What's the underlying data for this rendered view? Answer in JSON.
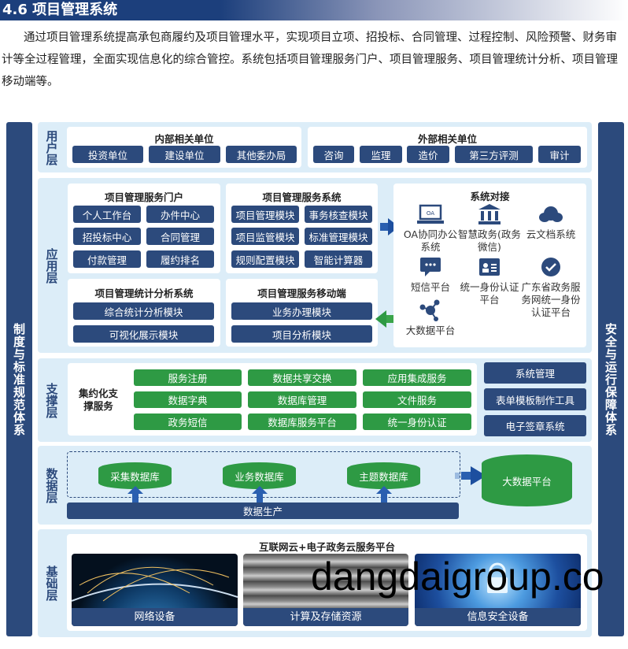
{
  "header": {
    "title": "4.6 项目管理系统"
  },
  "intro": "通过项目管理系统提高承包商履约及项目管理水平，实现项目立项、招投标、合同管理、过程控制、风险预警、财务审计等全过程管理，全面实现信息化的综合管控。系统包括项目管理服务门户、项目管理服务、项目管理统计分析、项目管理移动端等。",
  "side": {
    "left": "制度与标准规范体系",
    "right": "安全与运行保障体系"
  },
  "user_layer": {
    "name": "用户层",
    "internal": {
      "title": "内部相关单位",
      "items": [
        "投资单位",
        "建设单位",
        "其他委办局"
      ]
    },
    "external": {
      "title": "外部相关单位",
      "items": [
        "咨询",
        "监理",
        "造价",
        "第三方评测",
        "审计"
      ]
    }
  },
  "app_layer": {
    "name": "应用层",
    "portal": {
      "title": "项目管理服务门户",
      "items": [
        "个人工作台",
        "办件中心",
        "招投标中心",
        "合同管理",
        "付款管理",
        "履约排名"
      ]
    },
    "service": {
      "title": "项目管理服务系统",
      "items": [
        "项目管理模块",
        "事务核查模块",
        "项目监管模块",
        "标准管理模块",
        "规则配置模块",
        "智能计算器"
      ]
    },
    "stats": {
      "title": "项目管理统计分析系统",
      "items": [
        "综合统计分析模块",
        "可视化展示模块"
      ]
    },
    "mobile": {
      "title": "项目管理服务移动端",
      "items": [
        "业务办理模块",
        "项目分析模块"
      ]
    },
    "integration": {
      "title": "系统对接",
      "oa_badge": "OA",
      "items": [
        "OA协同办公系统",
        "智慧政务(政务微信)",
        "云文档系统",
        "短信平台",
        "统一身份认证平台",
        "广东省政务服务网统一身份认证平台",
        "大数据平台"
      ]
    }
  },
  "support_layer": {
    "name": "支撑层",
    "label": "集约化支撑服务",
    "items": [
      "服务注册",
      "数据共享交换",
      "应用集成服务",
      "数据字典",
      "数据库管理",
      "文件服务",
      "政务短信",
      "数据库服务平台",
      "统一身份认证"
    ],
    "right": [
      "系统管理",
      "表单模板制作工具",
      "电子签章系统"
    ]
  },
  "data_layer": {
    "name": "数据层",
    "dbs": [
      "采集数据库",
      "业务数据库",
      "主题数据库"
    ],
    "production": "数据生产",
    "bigdata": "大数据平台"
  },
  "infra_layer": {
    "name": "基础层",
    "title": "互联网云+电子政务云服务平台",
    "items": [
      "网络设备",
      "计算及存储资源",
      "信息安全设备"
    ]
  },
  "watermark": "dangdaigroup.co",
  "colors": {
    "dark_blue": "#2c4a7c",
    "green": "#2e9a44",
    "layer_bg": "#dcedf8"
  }
}
